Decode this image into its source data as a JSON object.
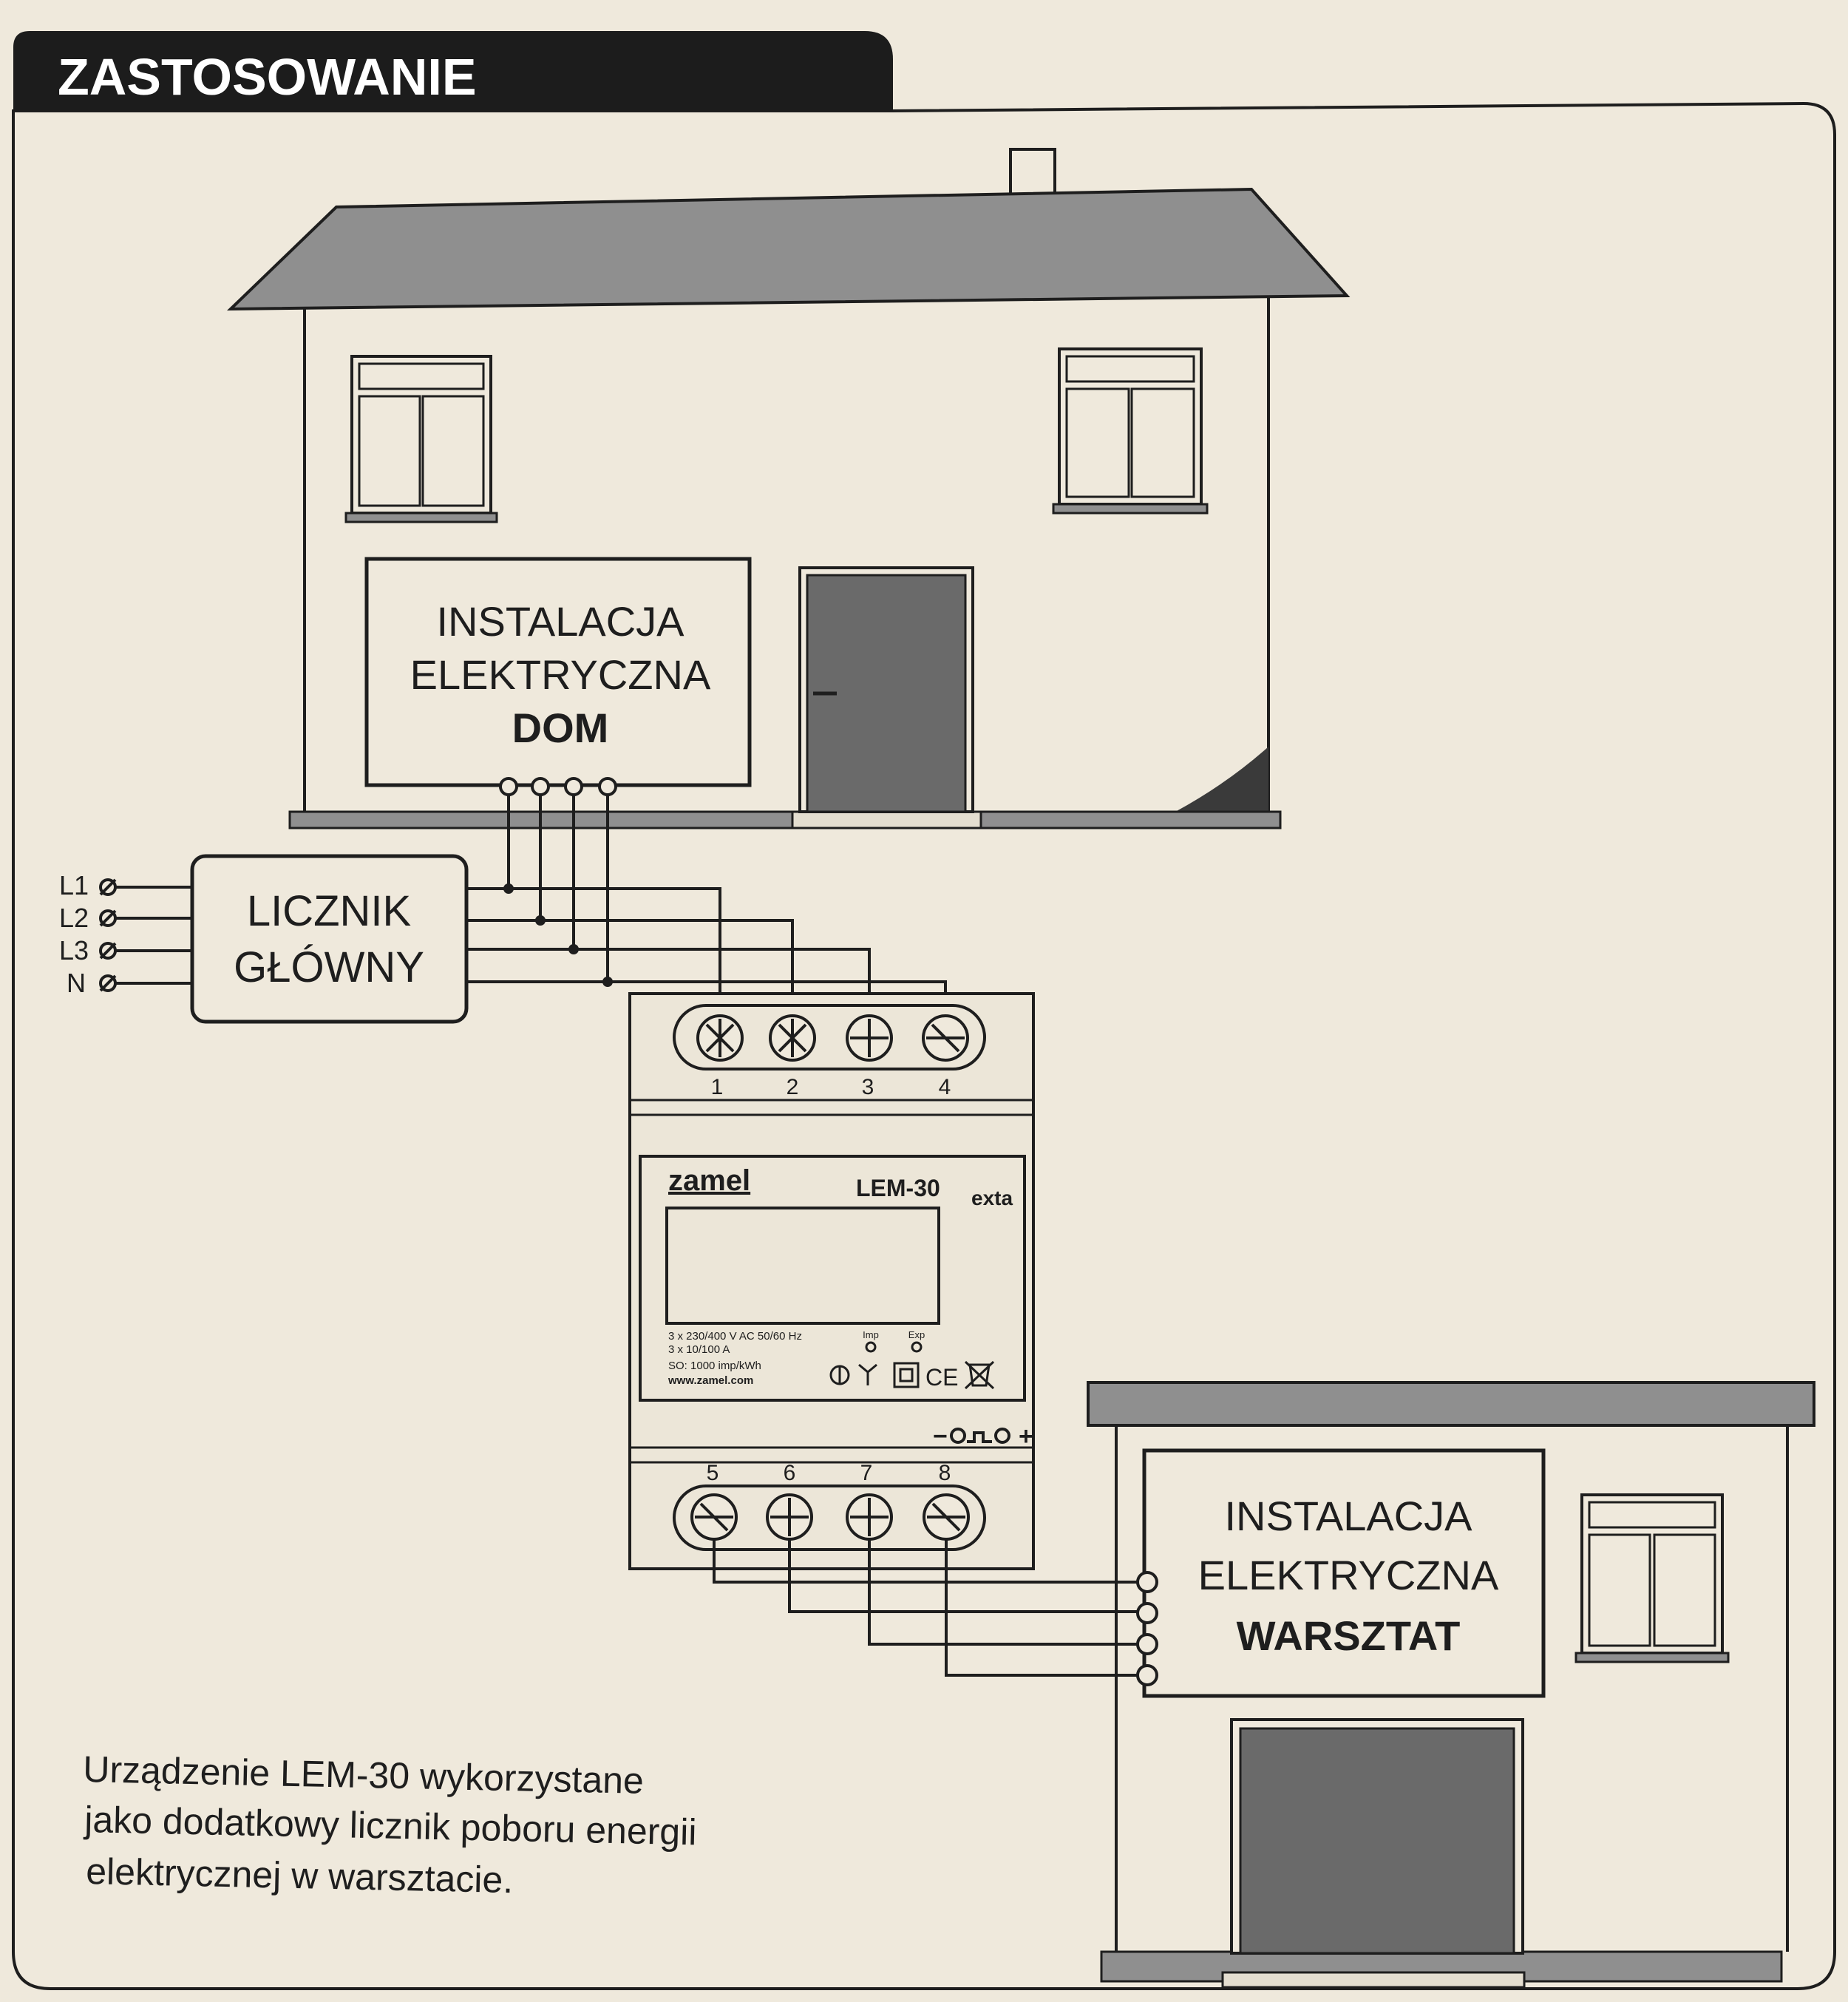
{
  "header": {
    "title": "ZASTOSOWANIE"
  },
  "house": {
    "label_line1": "INSTALACJA",
    "label_line2": "ELEKTRYCZNA",
    "label_line3": "DOM"
  },
  "main_meter": {
    "label_line1": "LICZNIK",
    "label_line2": "GŁÓWNY",
    "inputs": [
      "L1",
      "L2",
      "L3",
      "N"
    ]
  },
  "device": {
    "brand": "zamel",
    "model": "LEM-30",
    "badge": "exta",
    "top_terminals": [
      "1",
      "2",
      "3",
      "4"
    ],
    "bottom_terminals": [
      "5",
      "6",
      "7",
      "8"
    ],
    "spec_lines": [
      "3 x 230/400 V AC 50/60 Hz",
      "3 x 10/100 A",
      "SO: 1000 imp/kWh",
      "www.zamel.com"
    ],
    "led_labels": [
      "Imp",
      "Exp"
    ],
    "ce_mark": "CE",
    "so_minus": "−",
    "so_plus": "+"
  },
  "workshop": {
    "label_line1": "INSTALACJA",
    "label_line2": "ELEKTRYCZNA",
    "label_line3": "WARSZTAT"
  },
  "caption": {
    "line1": "Urządzenie LEM-30 wykorzystane",
    "line2": "jako dodatkowy licznik poboru energii",
    "line3": "elektrycznej w warsztacie."
  },
  "colors": {
    "paper": "#efe9dc",
    "ink": "#1e1e1e",
    "roof": "#8f8f8f",
    "door": "#6a6a6a",
    "header_bg": "#1c1c1c",
    "header_text": "#ffffff"
  }
}
